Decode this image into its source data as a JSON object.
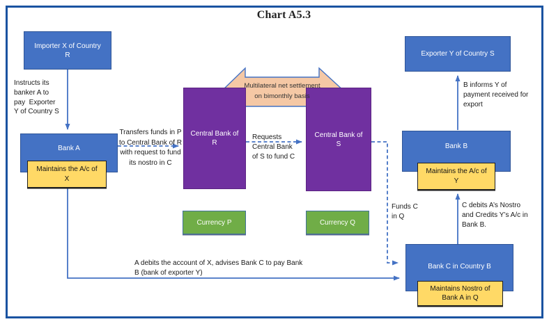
{
  "title": "Chart A5.3",
  "nodes": {
    "importer": "Importer X of Country\nR",
    "exporter": "Exporter Y of Country S",
    "bank_a": "Bank A",
    "bank_a_sub": "Maintains the A/c of\nX",
    "bank_b": "Bank B",
    "bank_b_sub": "Maintains the A/c of\nY",
    "bank_c": "Bank C in Country B",
    "bank_c_sub": "Maintains Nostro of\nBank A in Q",
    "central_bank_r": "Central Bank of\nR",
    "central_bank_s": "Central Bank of\nS",
    "currency_p": "Currency P",
    "currency_q": "Currency Q"
  },
  "settlement_banner": "Multilateral net settlement\non bimonthly basis",
  "annotations": {
    "instructs": "Instructs its\nbanker A to\npay  Exporter\nY of Country S",
    "transfers": "Transfers funds in P\nto Central Bank of R\nwith request to fund\nits nostro in C",
    "requests": "Requests\nCentral Bank\nof S to fund C",
    "informs": "B informs Y of\npayment received for\nexport",
    "funds": "Funds C\nin Q",
    "credits": "C debits A’s Nostro\nand Credits Y’s A/c in\nBank B.",
    "advises": "A debits the account of X, advises Bank C to pay Bank\nB (bank of exporter Y)"
  },
  "colors": {
    "box_blue": "#4472C4",
    "box_purple": "#7030A0",
    "box_green": "#70AD47",
    "box_yellow": "#FFD966",
    "banner_peach": "#F5C8A5",
    "connector_blue": "#4472C4",
    "frame_blue": "#1A53A1"
  }
}
